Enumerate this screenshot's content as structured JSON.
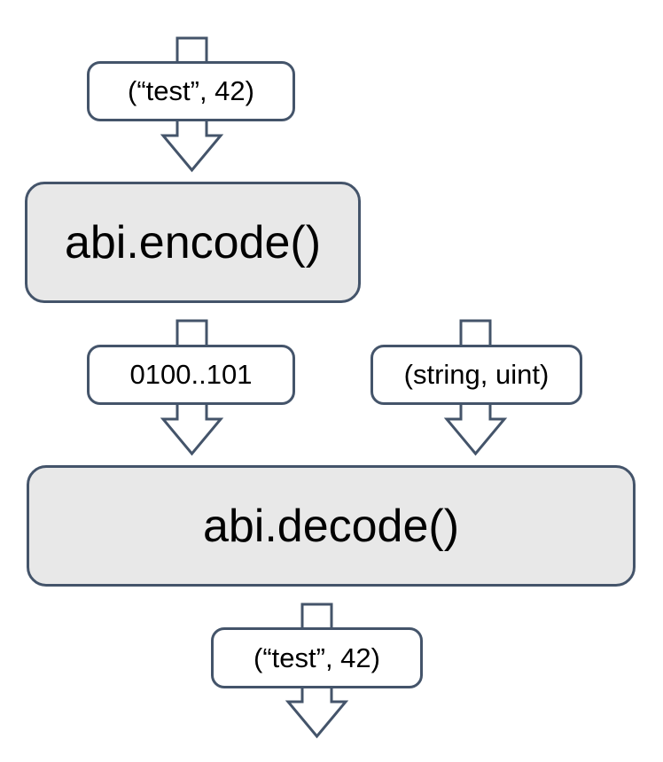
{
  "colors": {
    "background": "#FFFFFF",
    "stroke": "#44546A",
    "process_fill": "#E8E8E8",
    "data_fill": "#FFFFFF",
    "text": "#000000"
  },
  "nodes": {
    "input": {
      "label": "(“test”, 42)"
    },
    "encode": {
      "label": "abi.encode()"
    },
    "encoded_bytes": {
      "label": "0100..101"
    },
    "types": {
      "label": "(string, uint)"
    },
    "decode": {
      "label": "abi.decode()"
    },
    "output": {
      "label": "(“test”, 42)"
    }
  }
}
